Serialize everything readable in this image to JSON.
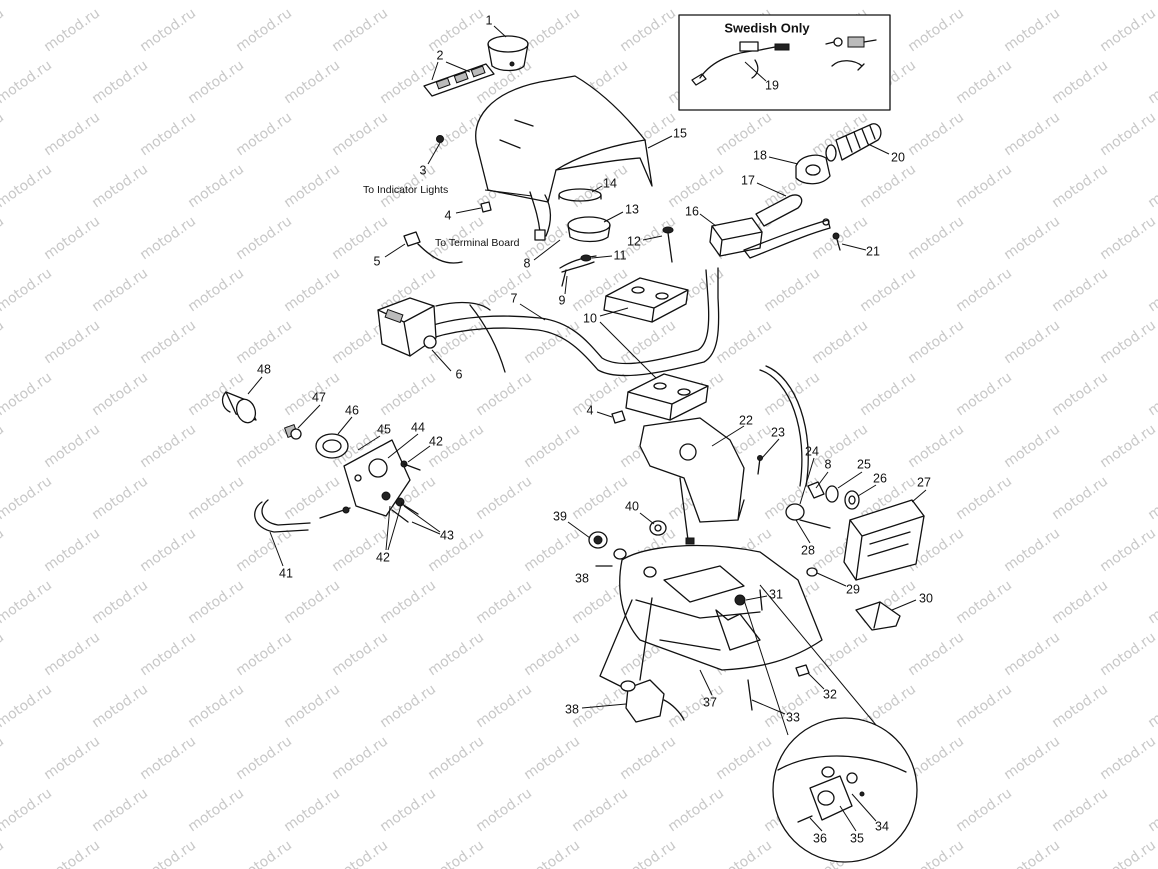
{
  "watermark": "motod.ru",
  "inset": {
    "title": "Swedish Only",
    "callout": "19"
  },
  "notes": {
    "indicator_lights": "To Indicator Lights",
    "terminal_board": "To Terminal Board"
  },
  "callouts": [
    "1",
    "2",
    "3",
    "4",
    "5",
    "6",
    "7",
    "8",
    "9",
    "10",
    "11",
    "12",
    "13",
    "14",
    "15",
    "16",
    "17",
    "18",
    "20",
    "21",
    "4",
    "22",
    "23",
    "24",
    "8",
    "25",
    "26",
    "27",
    "28",
    "29",
    "30",
    "31",
    "32",
    "33",
    "34",
    "35",
    "36",
    "37",
    "38",
    "38",
    "39",
    "40",
    "41",
    "42",
    "42",
    "43",
    "44",
    "45",
    "46",
    "47",
    "48"
  ]
}
